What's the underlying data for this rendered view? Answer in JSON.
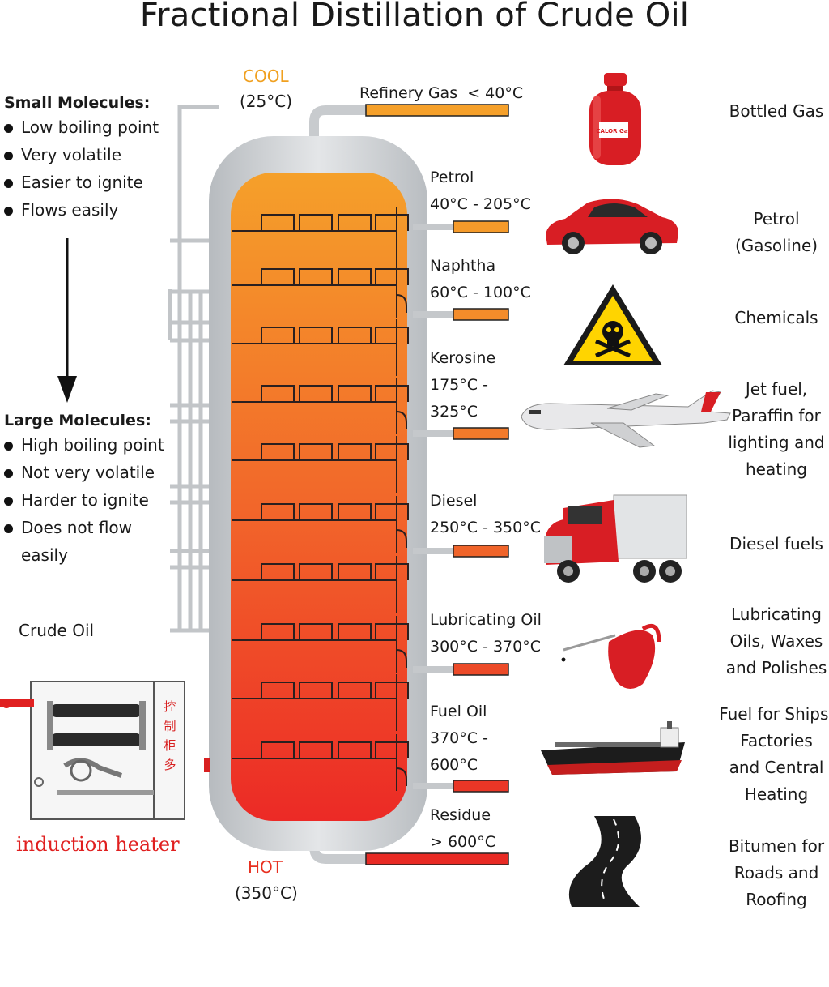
{
  "title": "Fractional Distillation of Crude Oil",
  "small_molecules": {
    "heading": "Small Molecules:",
    "items": [
      "Low boiling point",
      "Very volatile",
      "Easier to ignite",
      "Flows easily"
    ]
  },
  "large_molecules": {
    "heading": "Large Molecules:",
    "items": [
      "High boiling point",
      "Not very volatile",
      "Harder to ignite",
      "Does not flow easily"
    ]
  },
  "crude_oil_label": "Crude Oil",
  "induction_heater_label": "induction heater",
  "heater_cabinet_text": [
    "控",
    "制",
    "柜",
    "多"
  ],
  "cylinder_brand": "CALOR Gas",
  "top": {
    "label": "COOL",
    "temp": "(25°C)"
  },
  "bottom": {
    "label": "HOT",
    "temp": "(350°C)"
  },
  "fractions": [
    {
      "name": "Refinery Gas",
      "range": "< 40°C",
      "product": [
        "Bottled Gas"
      ],
      "icon": "gas-cylinder-icon"
    },
    {
      "name": "Petrol",
      "range": "40°C - 205°C",
      "product": [
        "Petrol",
        "(Gasoline)"
      ],
      "icon": "car-icon"
    },
    {
      "name": "Naphtha",
      "range": "60°C - 100°C",
      "product": [
        "Chemicals"
      ],
      "icon": "hazard-sign-icon"
    },
    {
      "name": "Kerosine",
      "range": [
        "175°C -",
        "325°C"
      ],
      "product": [
        "Jet fuel,",
        "Paraffin for",
        "lighting and",
        "heating"
      ],
      "icon": "airplane-icon"
    },
    {
      "name": "Diesel",
      "range": "250°C - 350°C",
      "product": [
        "Diesel fuels"
      ],
      "icon": "truck-icon"
    },
    {
      "name": "Lubricating Oil",
      "range": "300°C - 370°C",
      "product": [
        "Lubricating",
        "Oils, Waxes",
        "and Polishes"
      ],
      "icon": "oil-can-icon"
    },
    {
      "name": "Fuel Oil",
      "range": [
        "370°C -",
        "600°C"
      ],
      "product": [
        "Fuel for Ships,",
        "Factories",
        "and Central",
        "Heating"
      ],
      "icon": "ship-icon"
    },
    {
      "name": "Residue",
      "range": "> 600°C",
      "product": [
        "Bitumen for",
        "Roads and",
        "Roofing"
      ],
      "icon": "road-icon"
    }
  ],
  "colors": {
    "column_top": "#f5a02a",
    "column_bottom": "#ec2a26",
    "shell": "#cfd2d5",
    "icon_red": "#d81e24"
  }
}
